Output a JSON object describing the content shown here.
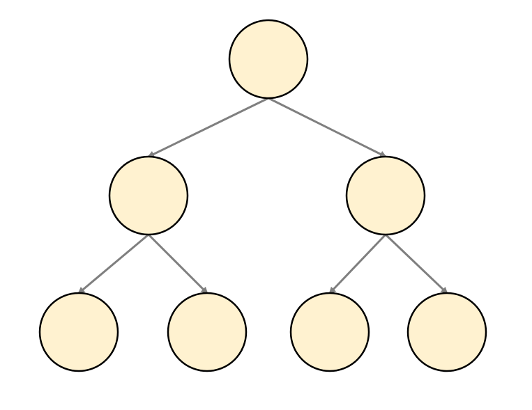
{
  "diagram": {
    "type": "binary-tree",
    "colors": {
      "node_fill": "#fff2d0",
      "node_stroke": "#000000",
      "edge": "#7f7f7f",
      "background": "#ffffff"
    },
    "nodes": [
      {
        "id": "root",
        "label": ""
      },
      {
        "id": "left",
        "label": ""
      },
      {
        "id": "right",
        "label": ""
      },
      {
        "id": "left-left",
        "label": ""
      },
      {
        "id": "left-right",
        "label": ""
      },
      {
        "id": "right-left",
        "label": ""
      },
      {
        "id": "right-right",
        "label": ""
      }
    ],
    "edges": [
      {
        "from": "root",
        "to": "left"
      },
      {
        "from": "root",
        "to": "right"
      },
      {
        "from": "left",
        "to": "left-left"
      },
      {
        "from": "left",
        "to": "left-right"
      },
      {
        "from": "right",
        "to": "right-left"
      },
      {
        "from": "right",
        "to": "right-right"
      }
    ]
  }
}
